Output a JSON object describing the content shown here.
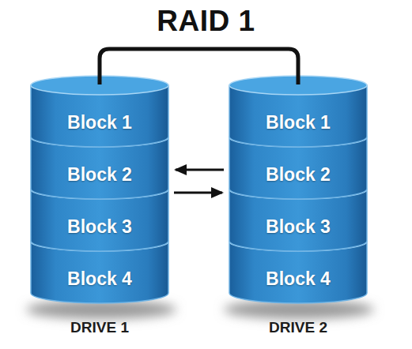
{
  "diagram": {
    "title": "RAID 1",
    "nodes": [
      {
        "text": [
          "DRIVE 1"
        ]
      },
      {
        "text": [
          "Block 1"
        ],
        "in": 0
      },
      {
        "text": [
          "Block 2"
        ],
        "in": 0
      },
      {
        "text": [
          "Block 3"
        ],
        "in": 0
      },
      {
        "text": [
          "Block 4"
        ],
        "in": 0
      },
      {
        "text": [
          "DRIVE 2"
        ]
      },
      {
        "text": [
          "Block 1"
        ],
        "in": 5
      },
      {
        "text": [
          "Block 2"
        ],
        "in": 5
      },
      {
        "text": [
          "Block 3"
        ],
        "in": 5
      },
      {
        "text": [
          "Block 4"
        ],
        "in": 5
      }
    ],
    "edges": [
      {
        "from": 0,
        "to": 5,
        "arrow": "none"
      },
      {
        "from": 5,
        "to": 0,
        "arrow": "to"
      },
      {
        "from": 0,
        "to": 5,
        "arrow": "to"
      }
    ]
  }
}
